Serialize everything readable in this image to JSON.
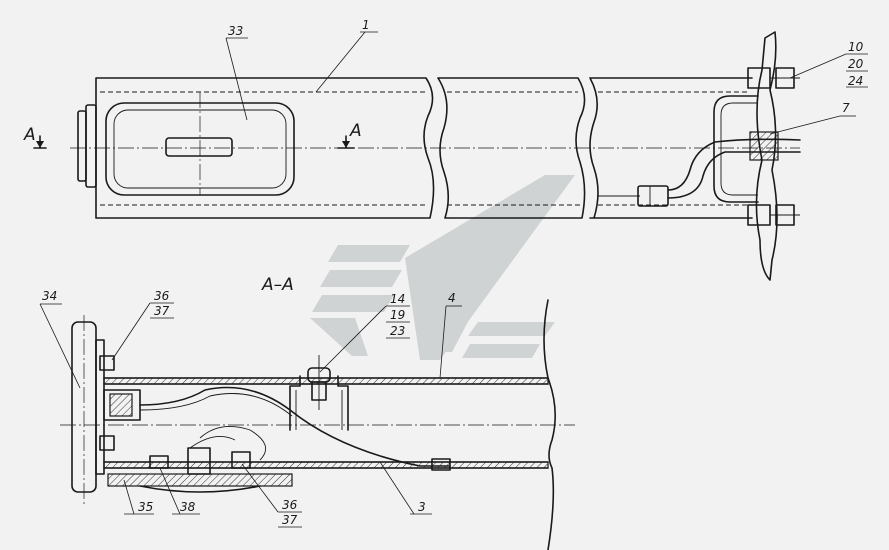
{
  "section": {
    "cut_letter_left": "A",
    "cut_letter_right": "A",
    "section_title": "A–A"
  },
  "callouts": {
    "p1": "1",
    "p33": "33",
    "p10": "10",
    "p20": "20",
    "p24": "24",
    "p7": "7",
    "p34": "34",
    "p36a": "36",
    "p37a": "37",
    "p14": "14",
    "p19": "19",
    "p23": "23",
    "p4": "4",
    "p35": "35",
    "p38": "38",
    "p36b": "36",
    "p37b": "37",
    "p3": "3"
  },
  "colors": {
    "background": "#f2f2f2",
    "line": "#1a1a1a",
    "watermark": "#cfd3d3"
  }
}
